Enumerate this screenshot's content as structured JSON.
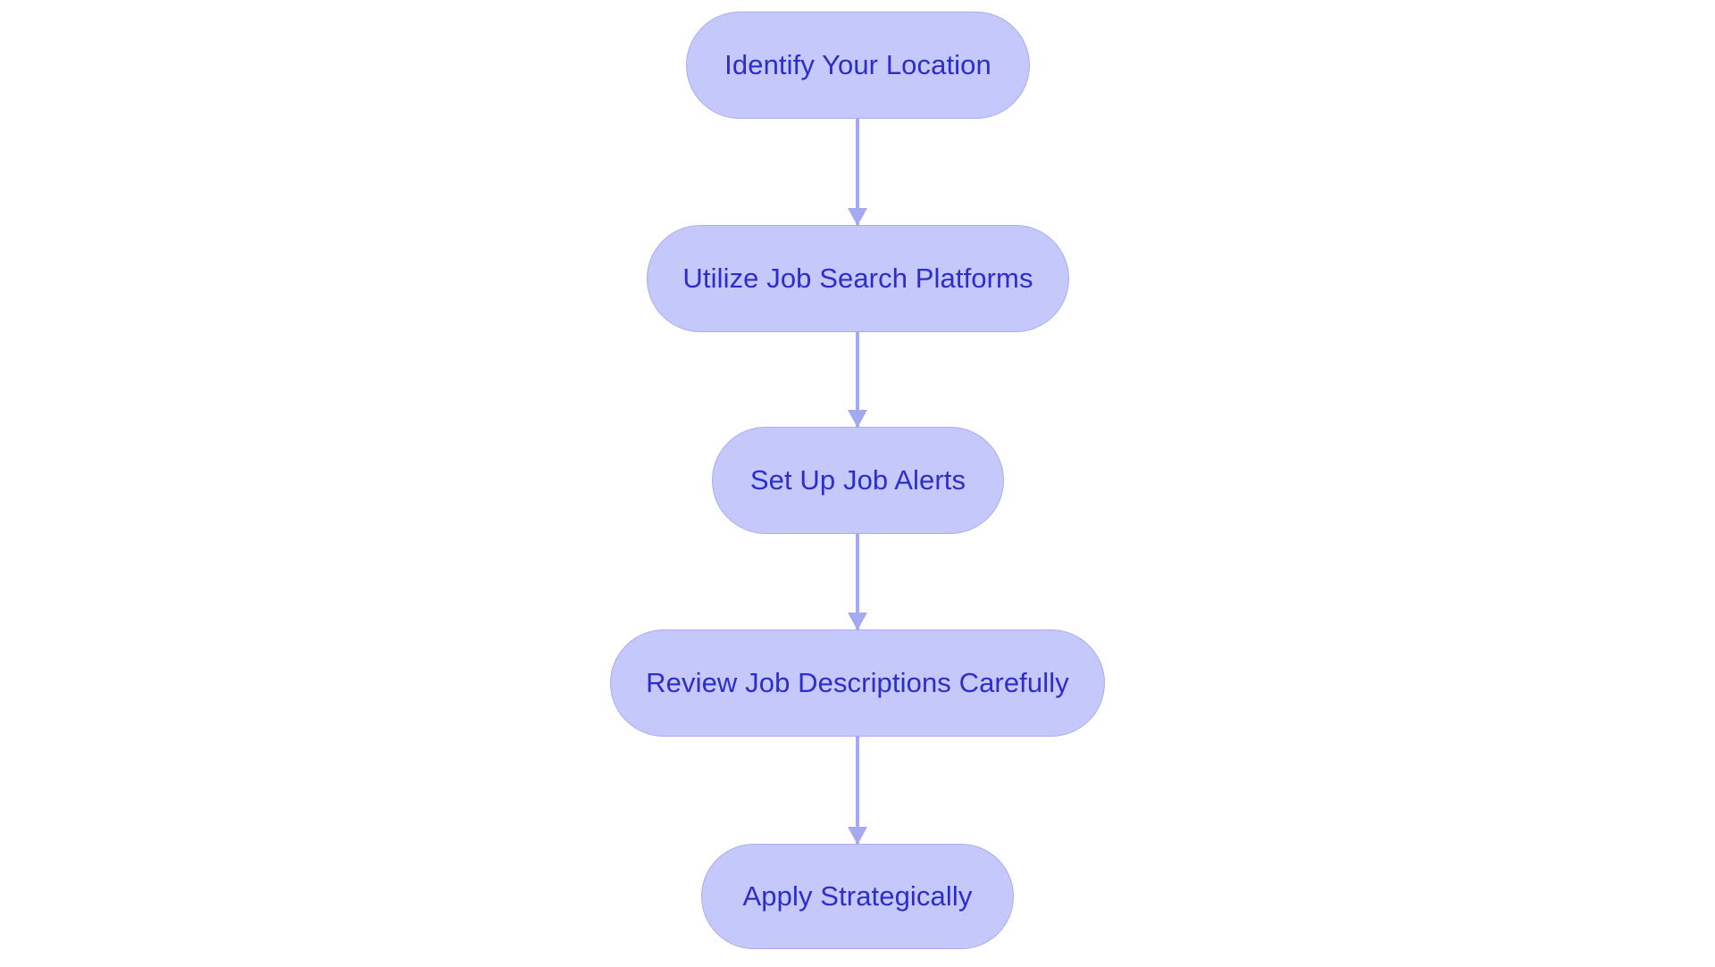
{
  "diagram": {
    "type": "flowchart",
    "orientation": "vertical-top-to-bottom",
    "background_color": "#ffffff",
    "node_fill_color": "#c5c8fa",
    "node_border_color": "#a9adf0",
    "node_text_color": "#2d2dcc",
    "connector_color": "#a3a9f2",
    "node_shape": "rounded-pill",
    "nodes": [
      {
        "id": "node-1",
        "label": "Identify Your Location",
        "order": 1
      },
      {
        "id": "node-2",
        "label": "Utilize Job Search Platforms",
        "order": 2
      },
      {
        "id": "node-3",
        "label": "Set Up Job Alerts",
        "order": 3
      },
      {
        "id": "node-4",
        "label": "Review Job Descriptions Carefully",
        "order": 4
      },
      {
        "id": "node-5",
        "label": "Apply Strategically",
        "order": 5
      }
    ],
    "connectors": [
      {
        "id": "connector-1",
        "from": "node-1",
        "to": "node-2",
        "arrow": "down"
      },
      {
        "id": "connector-2",
        "from": "node-2",
        "to": "node-3",
        "arrow": "down"
      },
      {
        "id": "connector-3",
        "from": "node-3",
        "to": "node-4",
        "arrow": "down"
      },
      {
        "id": "connector-4",
        "from": "node-4",
        "to": "node-5",
        "arrow": "down"
      }
    ]
  }
}
